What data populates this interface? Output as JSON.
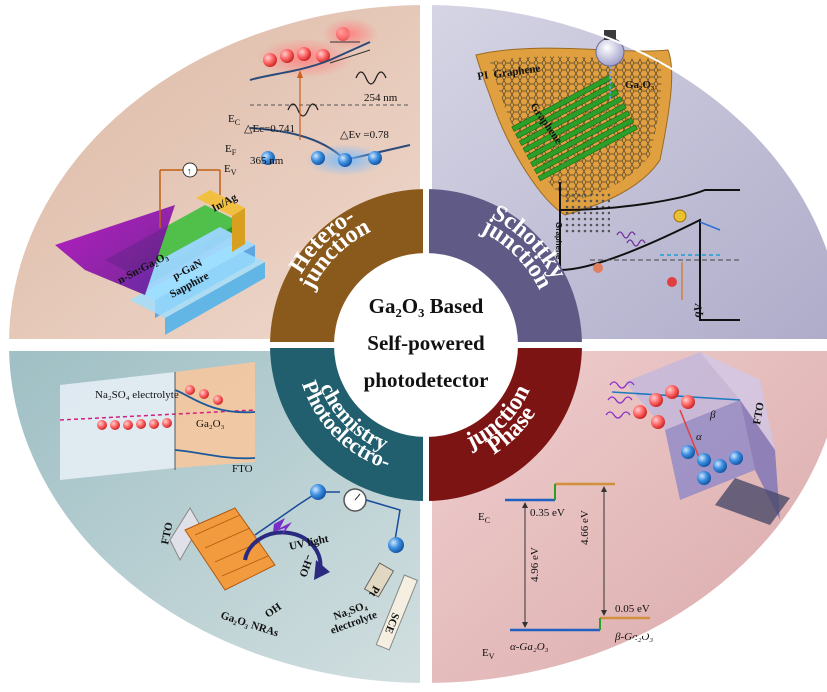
{
  "center": {
    "line1": "Ga₂O₃ Based",
    "line2": "Self-powered",
    "line3": "photodetector"
  },
  "ring": {
    "top_left": [
      "Hetero-",
      "junction"
    ],
    "top_right": [
      "Schottky",
      "junction"
    ],
    "bottom_left": [
      "Photoelectro-",
      "chemistry"
    ],
    "bottom_right": [
      "Phase",
      "junction"
    ]
  },
  "colors": {
    "heterojunction": "#8a5a1c",
    "schottky": "#5f5b86",
    "photoelectrochemistry": "#215e6e",
    "phase": "#7d1414",
    "tl_bg": "#e7c8b8",
    "tr_bg": "#c3c1d8",
    "bl_bg": "#b3cacd",
    "br_bg": "#e7bcbc"
  },
  "heterojunction_panel": {
    "ec": "E",
    "ec_sub": "C",
    "ef": "E",
    "ef_sub": "F",
    "ev": "E",
    "ev_sub": "V",
    "delta_ec": "△Ec=0.741",
    "delta_ev": "△Ev =0.78",
    "wl_365": "365 nm",
    "wl_254": "254 nm",
    "in_ag": "In/Ag",
    "sn_ga2o3": "n-Sn:Ga₂O₃",
    "p_gan": "p-GaN",
    "sapphire": "Sapphire"
  },
  "schottky_panel": {
    "pi": "PI",
    "graphene_top": "Graphene",
    "ga2o3": "Ga₂O₃",
    "graphene_side": "Graphene",
    "qv": "qV"
  },
  "pec_panel": {
    "na2so4": "Na₂SO₄ electrolyte",
    "ga2o3": "Ga₂O₃",
    "fto_small": "FTO",
    "fto": "FTO",
    "uv_light": "UV light",
    "ga2o3_nras": "Ga₂O₃ NRAs",
    "oh1": "OH⁻",
    "oh2": "OH",
    "na2so4_b": "Na₂SO₄",
    "electrolyte": "electrolyte",
    "pt": "Pt",
    "sce": "SCE"
  },
  "phase_panel": {
    "fto": "FTO",
    "alpha": "α",
    "beta": "β",
    "ec": "E",
    "ec_sub": "C",
    "ev": "E",
    "ev_sub": "V",
    "v035": "0.35 eV",
    "v466": "4.66 eV",
    "v496": "4.96 eV",
    "v005": "0.05 eV",
    "alpha_ga2o3": "α-Ga₂O₃",
    "beta_ga2o3": "β-Ga₂O₃"
  }
}
